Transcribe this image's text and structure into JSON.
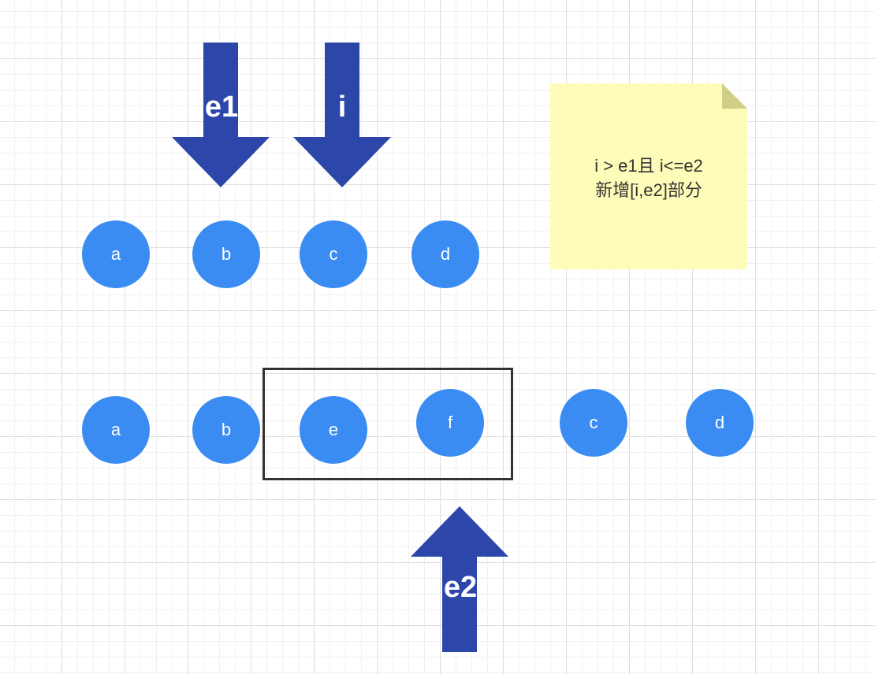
{
  "diagram": {
    "top_row": [
      {
        "label": "a"
      },
      {
        "label": "b"
      },
      {
        "label": "c"
      },
      {
        "label": "d"
      }
    ],
    "bottom_row": [
      {
        "label": "a"
      },
      {
        "label": "b"
      },
      {
        "label": "e"
      },
      {
        "label": "f"
      },
      {
        "label": "c"
      },
      {
        "label": "d"
      }
    ],
    "pointers": {
      "e1": "e1",
      "i": "i",
      "e2": "e2"
    },
    "note": {
      "line1": "i > e1且 i<=e2",
      "line2": "新增[i,e2]部分"
    }
  },
  "colors": {
    "node_fill": "#3a8cf2",
    "arrow_fill": "#2d46aa",
    "note_fill": "#fdfcb8",
    "note_fold": "#cfcf86",
    "box_border": "#333333"
  }
}
